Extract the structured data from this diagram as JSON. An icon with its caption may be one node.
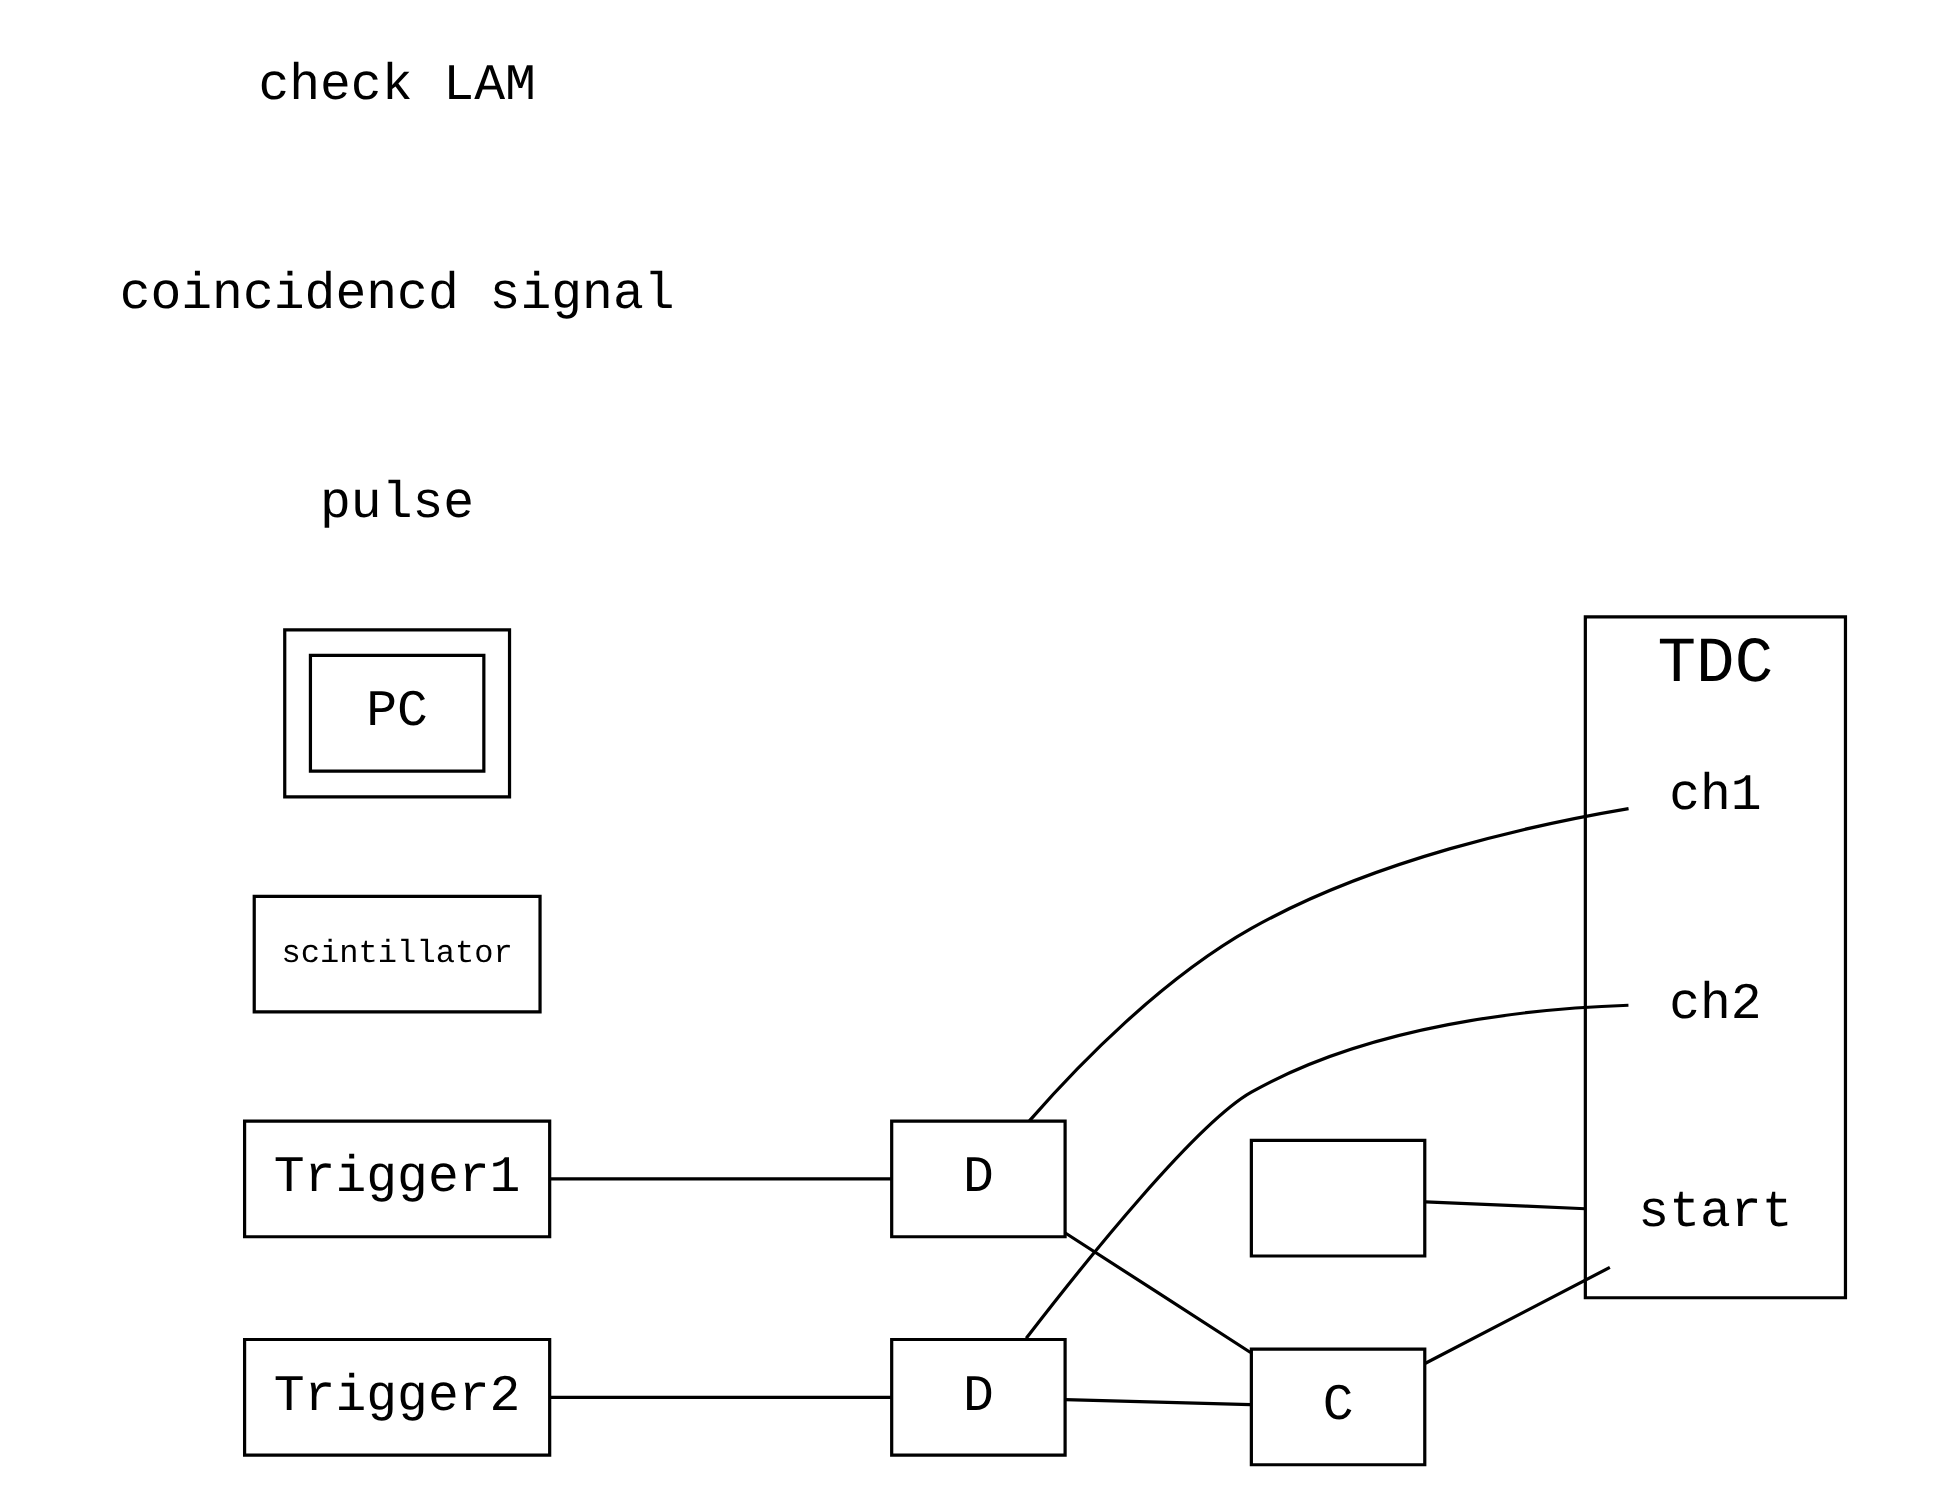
{
  "diagram": {
    "nodes": [
      {
        "text": [
          "Trigger1"
        ]
      },
      {
        "text": [
          "D"
        ]
      },
      {
        "text": [
          "scintillator"
        ]
      },
      {
        "text": [
          "Trigger2"
        ]
      },
      {
        "text": [
          "D"
        ]
      },
      {
        "text": [
          "C"
        ]
      },
      {
        "text": [
          "TDC"
        ]
      },
      {
        "text": [
          "start"
        ],
        "in": 6
      },
      {
        "text": [
          "ch1"
        ],
        "in": 6
      },
      {
        "text": [
          "ch2"
        ],
        "in": 6
      },
      {
        "text": [],
        "shape": "box"
      },
      {
        "text": [
          "PC"
        ],
        "in": 10
      },
      {
        "text": [],
        "shape": "box"
      }
    ],
    "edges": [
      {
        "from": 0,
        "to": 1,
        "arrow": "none"
      },
      {
        "from": 1,
        "to": 5,
        "arrow": "none"
      },
      {
        "from": 1,
        "to": 8,
        "arrow": "none"
      },
      {
        "from": 3,
        "to": 4,
        "arrow": "none"
      },
      {
        "from": 4,
        "to": 5,
        "arrow": "none"
      },
      {
        "from": 4,
        "to": 9,
        "arrow": "none"
      },
      {
        "from": 5,
        "to": 7,
        "arrow": "none"
      },
      {
        "from": 12,
        "to": 6,
        "arrow": "none"
      }
    ],
    "labels": [
      "pulse",
      "coincidencd signal",
      "check LAM"
    ]
  }
}
